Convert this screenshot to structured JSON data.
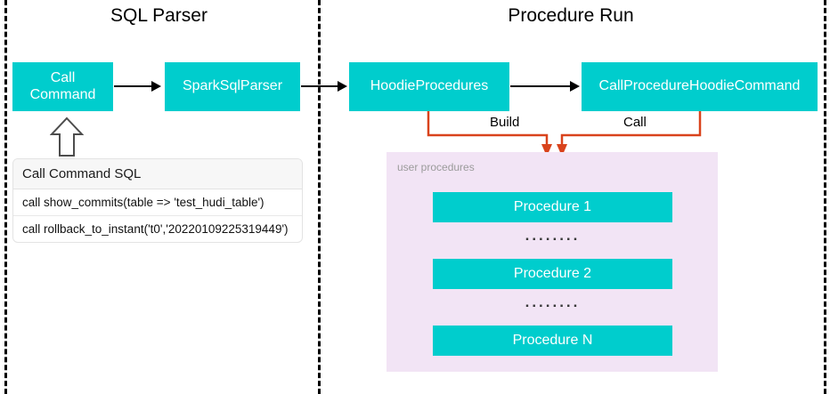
{
  "diagram": {
    "sections": [
      {
        "id": "sql-parser",
        "title": "SQL Parser"
      },
      {
        "id": "procedure-run",
        "title": "Procedure Run"
      }
    ],
    "nodes": {
      "call_command": "Call\nCommand",
      "call_command_line1": "Call",
      "call_command_line2": "Command",
      "spark_sql_parser": "SparkSqlParser",
      "hoodie_procedures": "HoodieProcedures",
      "call_procedure_hoodie_command": "CallProcedureHoodieCommand"
    },
    "connector_labels": {
      "build": "Build",
      "call": "Call"
    },
    "sql_table": {
      "header": "Call Command SQL",
      "rows": [
        "call show_commits(table => 'test_hudi_table')",
        "call rollback_to_instant('t0','20220109225319449')"
      ]
    },
    "user_procedures": {
      "label": "user procedures",
      "items": [
        {
          "name": "Procedure 1"
        },
        {
          "name": "Procedure 2"
        },
        {
          "name": "Procedure N"
        }
      ],
      "ellipsis": "........"
    },
    "colors": {
      "node_fill": "#00CDCD",
      "node_text": "#FFFFFF",
      "panel_fill": "#F2E4F5",
      "connector_orange": "#D9431C",
      "arrow_black": "#000000",
      "separator": "#000000"
    }
  }
}
